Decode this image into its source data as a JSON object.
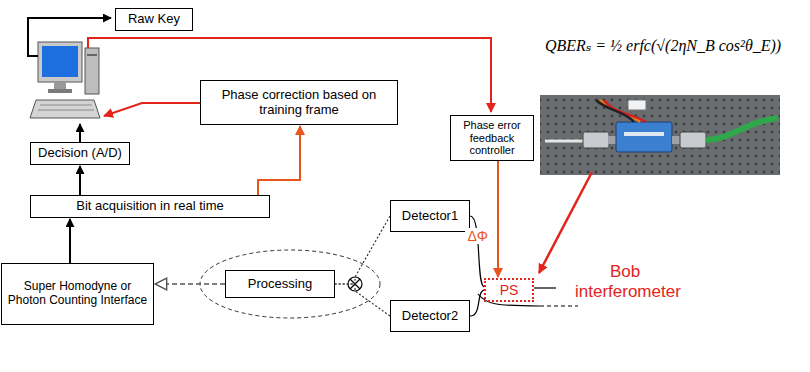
{
  "diagram": {
    "nodes": [
      {
        "text": [
          "Raw Key"
        ]
      },
      {
        "text": [
          "Phase correction based on training frame"
        ]
      },
      {
        "text": [
          "Phase error feedback controller"
        ]
      },
      {
        "text": [
          "Decision (A/D)"
        ]
      },
      {
        "text": [
          "Bit acquisition in real time"
        ]
      },
      {
        "text": [
          "PS"
        ]
      },
      {
        "text": [
          "Detector1"
        ]
      },
      {
        "text": [
          "Super Homodyne or Photon Counting Interface"
        ]
      },
      {
        "text": [
          "Processing"
        ]
      },
      {
        "text": [
          "Detector2"
        ]
      }
    ],
    "edges": [
      {
        "from": 7,
        "to": 4,
        "arrow": "to"
      },
      {
        "from": 4,
        "to": 3,
        "arrow": "to"
      },
      {
        "from": 4,
        "to": 1,
        "arrow": "to"
      },
      {
        "from": 2,
        "to": 5,
        "label": "ΔΦ",
        "arrow": "to"
      },
      {
        "from": 8,
        "to": 7,
        "arrow": "to"
      },
      {
        "from": 6,
        "to": 8,
        "arrow": "none"
      },
      {
        "from": 9,
        "to": 8,
        "arrow": "none"
      }
    ],
    "labels": [
      "QBERₛ = ½ erfc(√(2ηN_B cos²θ_E))",
      "Bob interferometer"
    ]
  }
}
